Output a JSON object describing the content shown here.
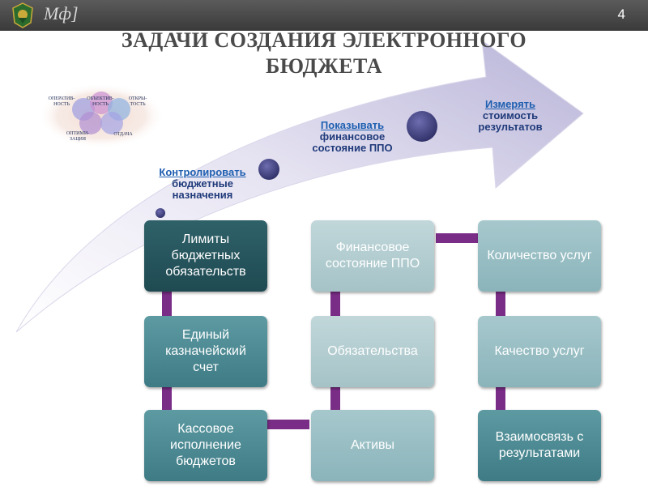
{
  "header": {
    "logo_text": "Мф]",
    "page_number": "4"
  },
  "title": {
    "line1": "ЗАДАЧИ СОЗДАНИЯ ЭЛЕКТРОННОГО",
    "line2": "БЮДЖЕТА"
  },
  "venn": {
    "labels": [
      "ОПЕРАТИВ-НОСТЬ",
      "ОБЪЕКТИВ-НОСТЬ",
      "ОТКРЫ-ТОСТЬ",
      "ОПТИМИ-ЗАЦИЯ",
      "ОТДАЧА"
    ]
  },
  "steps": [
    {
      "verb": "Контролировать",
      "rest_line1": "бюджетные",
      "rest_line2": "назначения"
    },
    {
      "verb": "Показывать",
      "rest_line1": "финансовое",
      "rest_line2": "состояние ППО"
    },
    {
      "verb": "Измерять",
      "rest_line1": "стоимость",
      "rest_line2": "результатов"
    }
  ],
  "boxes": {
    "col1": [
      "Лимиты бюджетных обязательств",
      "Единый казначейский счет",
      "Кассовое исполнение бюджетов"
    ],
    "col2": [
      "Финансовое состояние ППО",
      "Обязательства",
      "Активы"
    ],
    "col3": [
      "Количество услуг",
      "Качество услуг",
      "Взаимосвязь с результатами"
    ]
  },
  "colors": {
    "connector": "#7a2d86",
    "dark_box": "#2f6169",
    "mid_box": "#4d8a93",
    "pale_box": "#b7d0d4",
    "step_text": "#1f3a7a",
    "dot": "#3f3f7a"
  }
}
